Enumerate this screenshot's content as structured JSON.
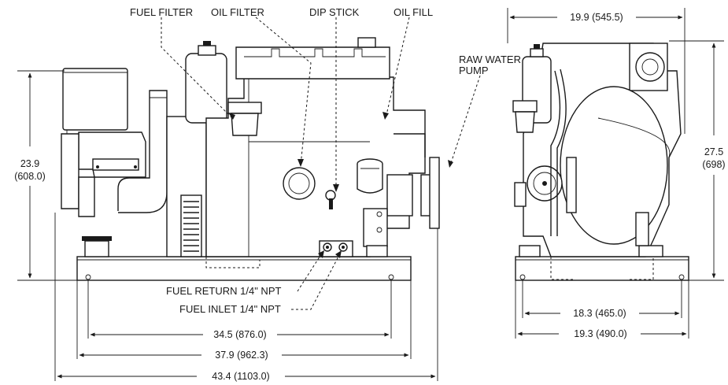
{
  "side_view": {
    "callouts": {
      "fuel_filter": "FUEL FILTER",
      "oil_filter": "OIL FILTER",
      "dip_stick": "DIP STICK",
      "oil_fill": "OIL FILL",
      "raw_water_pump_line1": "RAW WATER",
      "raw_water_pump_line2": "PUMP",
      "fuel_return": "FUEL RETURN 1/4\" NPT",
      "fuel_inlet": "FUEL INLET 1/4\" NPT"
    },
    "dimensions": {
      "height_in": "23.9",
      "height_mm": "(608.0)",
      "mount_width": "34.5 (876.0)",
      "base_width": "37.9 (962.3)",
      "overall_length": "43.4 (1103.0)"
    }
  },
  "end_view": {
    "dimensions": {
      "top_width": "19.9 (545.5)",
      "height_in": "27.5",
      "height_mm": "(698)",
      "mount_width": "18.3 (465.0)",
      "base_width": "19.3 (490.0)"
    }
  }
}
